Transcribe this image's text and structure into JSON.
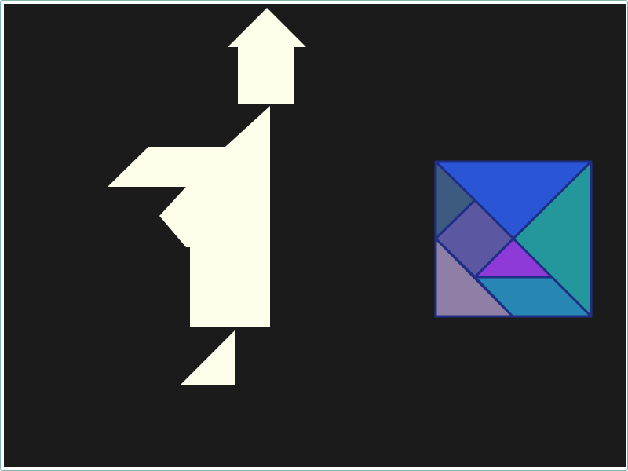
{
  "game": {
    "name": "tangram",
    "colors": {
      "board_bg": "#1b1b1b",
      "window_border": "#7fb7b0",
      "target_silhouette": "#fffeea",
      "piece_outline": "#1f2f86",
      "large_triangle_top": "#2a56d6",
      "large_triangle_right": "#23979c",
      "parallelogram": "#3d5a80",
      "square": "#5b57a0",
      "small_triangle_center": "#8e3ad8",
      "medium_triangle": "#8f7ea6",
      "small_triangle_bottom": "#2786b4"
    },
    "pieces": [
      {
        "id": "large-triangle-top",
        "type": "large triangle",
        "color": "#2a56d6"
      },
      {
        "id": "large-triangle-right",
        "type": "large triangle",
        "color": "#23979c"
      },
      {
        "id": "parallelogram",
        "type": "parallelogram",
        "color": "#3d5a80"
      },
      {
        "id": "square",
        "type": "square",
        "color": "#5b57a0"
      },
      {
        "id": "small-triangle-center",
        "type": "small triangle",
        "color": "#8e3ad8"
      },
      {
        "id": "medium-triangle",
        "type": "medium triangle",
        "color": "#8f7ea6"
      },
      {
        "id": "small-triangle-bottom",
        "type": "small triangle",
        "color": "#2786b4"
      }
    ]
  }
}
